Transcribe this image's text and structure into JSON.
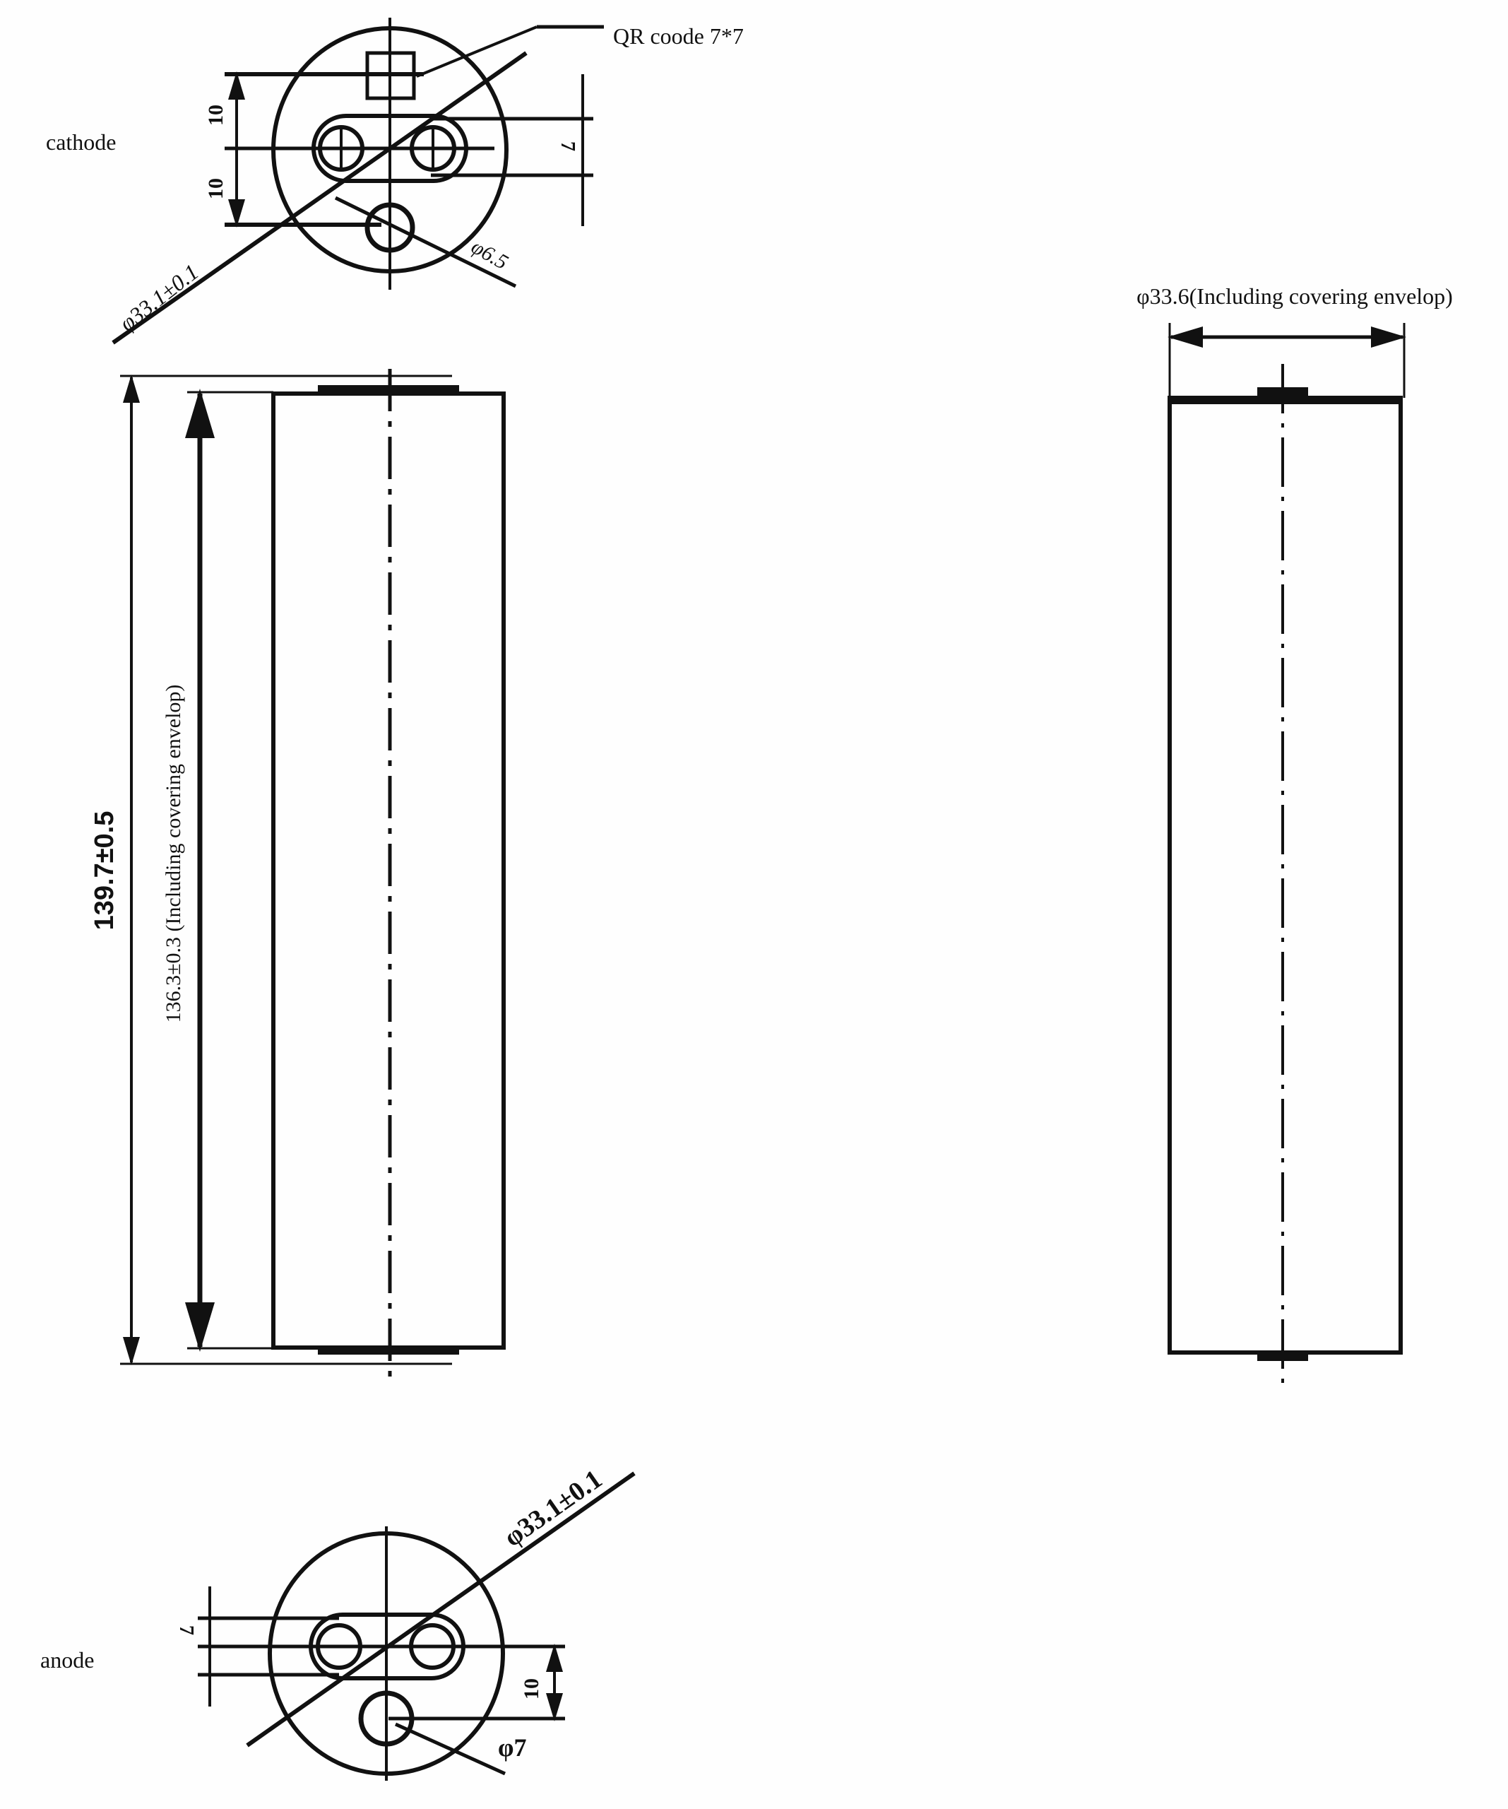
{
  "cathode_view": {
    "label": "cathode",
    "qr_note": "QR coode 7*7",
    "diameter": "φ33.1±0.1",
    "hole_diameter": "φ6.5",
    "dim_top": "10",
    "dim_bottom": "10",
    "dim_terminal": "7"
  },
  "side_view": {
    "total_length": "139.7±0.5",
    "body_length": "136.3±0.3 (Including covering envelop)"
  },
  "right_view": {
    "diameter": "φ33.6(Including covering envelop)"
  },
  "anode_view": {
    "label": "anode",
    "diameter": "φ33.1±0.1",
    "hole_diameter": "φ7",
    "dim_offset": "10",
    "dim_terminal": "7"
  }
}
